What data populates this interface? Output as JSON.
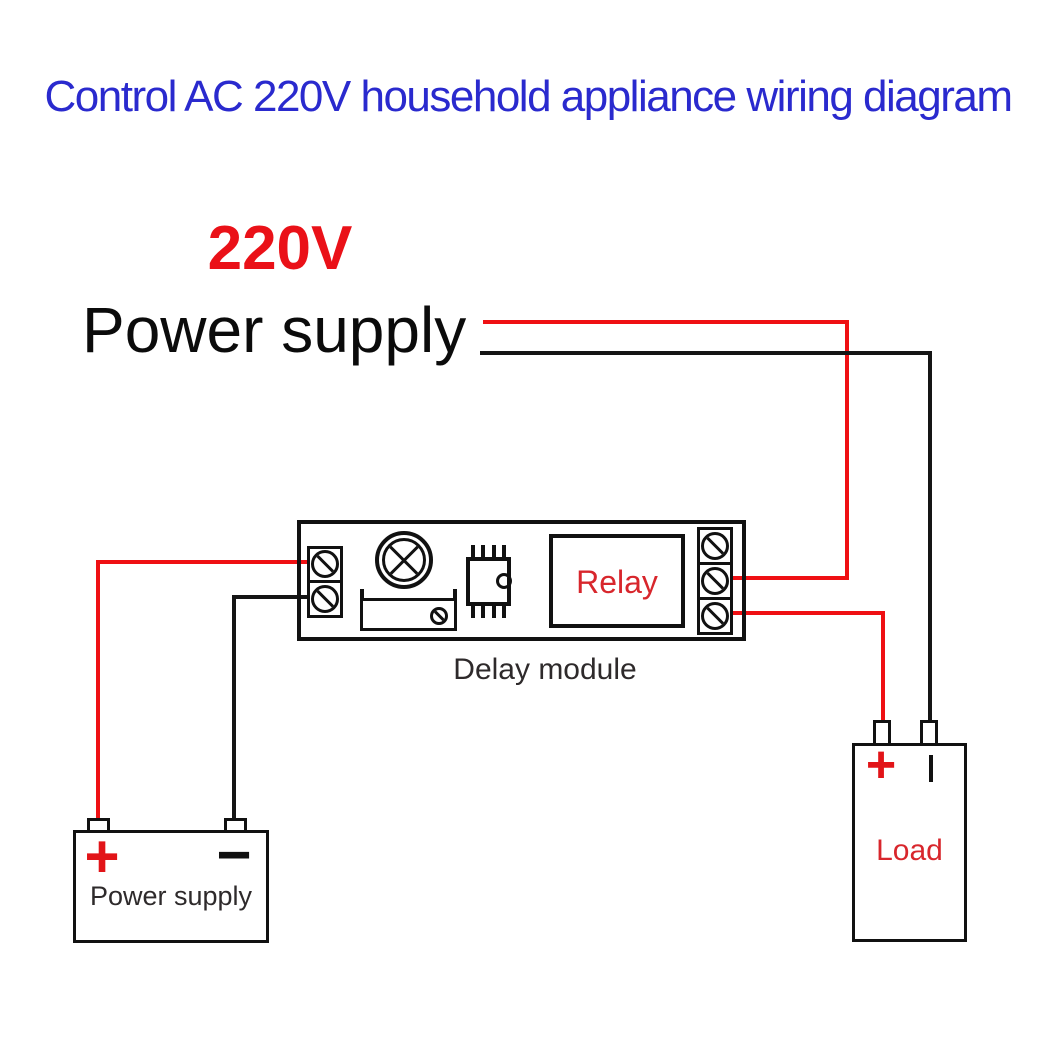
{
  "title": {
    "text": "Control AC 220V household appliance wiring diagram"
  },
  "ac_source": {
    "voltage": "220V",
    "label": "Power supply"
  },
  "delay_module": {
    "label": "Delay module",
    "relay_label": "Relay"
  },
  "dc_power_supply": {
    "label": "Power supply",
    "plus_mark": "+",
    "minus_mark": "−"
  },
  "load": {
    "label": "Load",
    "plus_mark": "+",
    "minus_mark": "|"
  },
  "colors": {
    "title_blue": "#2a2ace",
    "accent_red": "#ea1118",
    "relay_text_red": "#d8262c",
    "wire_red": "#ef1013",
    "wire_black": "#151515",
    "outline_black": "#111111",
    "background": "#ffffff"
  }
}
